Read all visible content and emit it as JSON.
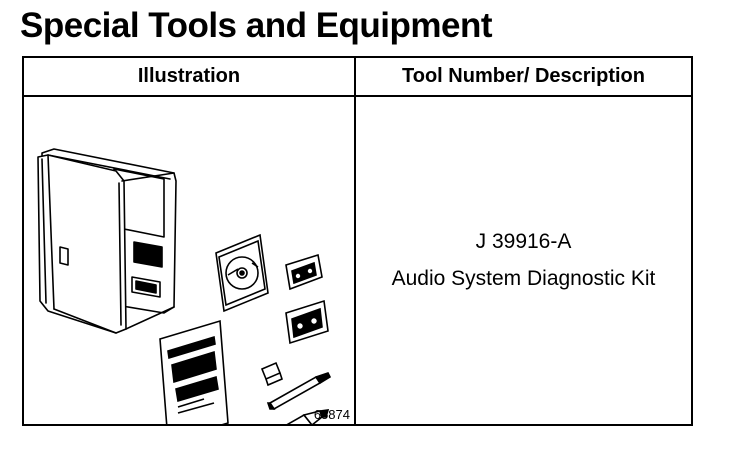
{
  "page": {
    "title": "Special Tools and Equipment"
  },
  "table": {
    "headers": {
      "illustration": "Illustration",
      "tool_number_description": "Tool Number/ Description"
    },
    "rows": [
      {
        "figure_number": "65874",
        "tool_number": "J 39916-A",
        "description": "Audio System Diagnostic Kit"
      }
    ]
  }
}
